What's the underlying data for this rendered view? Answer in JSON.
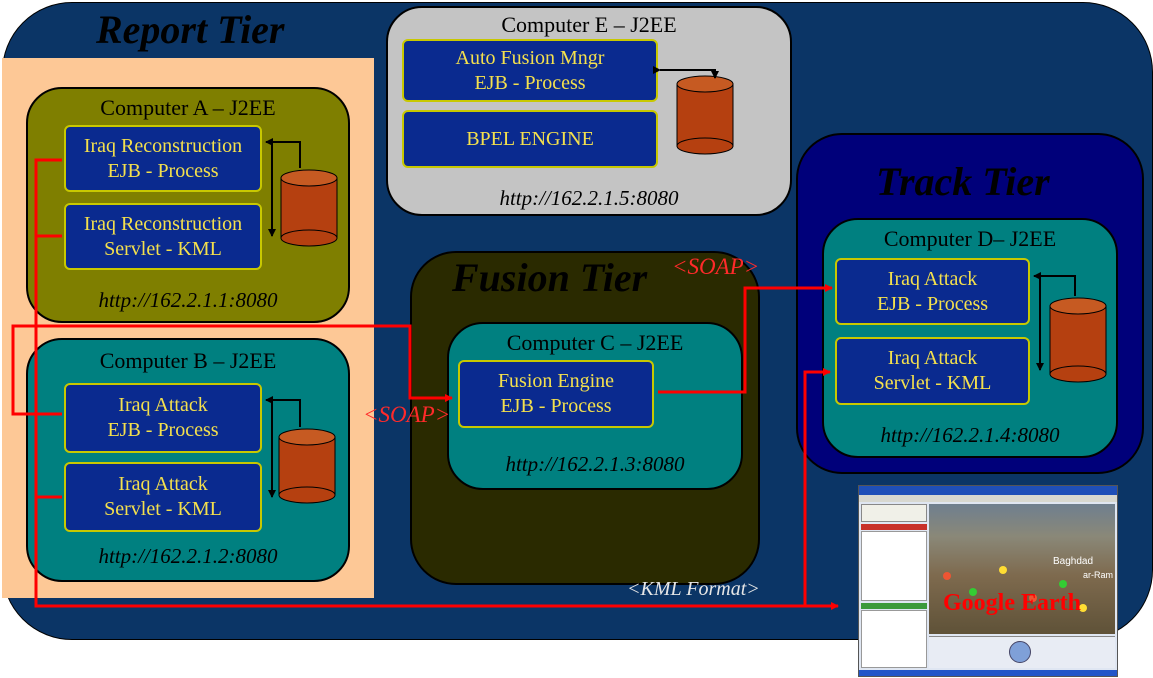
{
  "tiers": {
    "report": "Report Tier",
    "fusion": "Fusion Tier",
    "track": "Track Tier"
  },
  "computers": {
    "e": {
      "title": "Computer E – J2EE",
      "box1": [
        "Auto Fusion Mngr",
        "EJB - Process"
      ],
      "box2": [
        "BPEL ENGINE"
      ],
      "url": "http://162.2.1.5:8080"
    },
    "a": {
      "title": "Computer A – J2EE",
      "box1": [
        "Iraq Reconstruction",
        "EJB - Process"
      ],
      "box2": [
        "Iraq Reconstruction",
        "Servlet - KML"
      ],
      "url": "http://162.2.1.1:8080"
    },
    "b": {
      "title": "Computer B – J2EE",
      "box1": [
        "Iraq Attack",
        "EJB - Process"
      ],
      "box2": [
        "Iraq Attack",
        "Servlet - KML"
      ],
      "url": "http://162.2.1.2:8080"
    },
    "c": {
      "title": "Computer C – J2EE",
      "box1": [
        "Fusion Engine",
        "EJB - Process"
      ],
      "url": "http://162.2.1.3:8080"
    },
    "d": {
      "title": "Computer D– J2EE",
      "box1": [
        "Iraq Attack",
        "EJB - Process"
      ],
      "box2": [
        "Iraq Attack",
        "Servlet - KML"
      ],
      "url": "http://162.2.1.4:8080"
    }
  },
  "annotations": {
    "soap_top": "<SOAP>",
    "soap_left": "<SOAP>",
    "kml_format": "<KML Format>"
  },
  "google_earth": {
    "label": "Google Earth",
    "map_label_1": "Baghdad",
    "map_label_2": "ar-Ram"
  },
  "colors": {
    "outer_bg": "#0b3566",
    "report_tier_bg": "#fdc896",
    "computer_a": "#808000",
    "computer_bc_d": "#008080",
    "computer_e": "#c0c0c0",
    "fusion_tier": "#2a2a00",
    "track_tier": "#00007a",
    "process_box": "#0a2a8f",
    "process_text": "#f4e04d",
    "database": "#b54010",
    "connector_red": "#ff0000",
    "connector_black": "#000000"
  }
}
